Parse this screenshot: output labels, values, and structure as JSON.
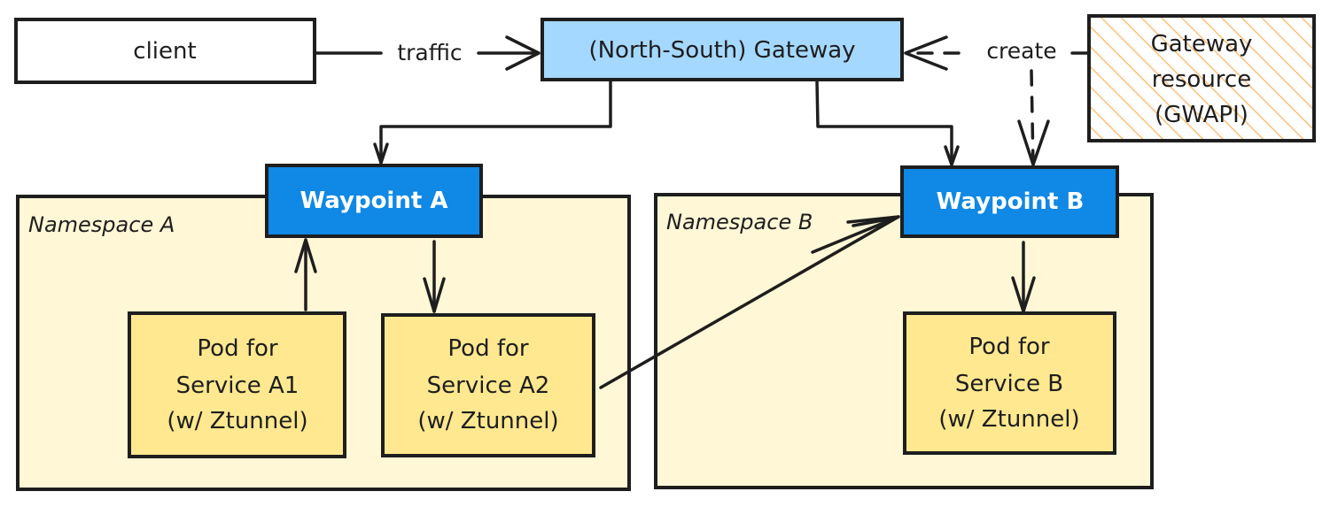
{
  "diagram": {
    "nodes": {
      "client": {
        "label": "client"
      },
      "gateway": {
        "label": "(North-South) Gateway"
      },
      "gwapi": {
        "lines": [
          "Gateway",
          "resource",
          "(GWAPI)"
        ]
      },
      "waypoint_a": {
        "label": "Waypoint A"
      },
      "waypoint_b": {
        "label": "Waypoint B"
      },
      "pod_a1": {
        "lines": [
          "Pod for",
          "Service A1",
          "(w/ Ztunnel)"
        ]
      },
      "pod_a2": {
        "lines": [
          "Pod for",
          "Service A2",
          "(w/ Ztunnel)"
        ]
      },
      "pod_b": {
        "lines": [
          "Pod for",
          "Service B",
          "(w/ Ztunnel)"
        ]
      }
    },
    "groups": {
      "namespace_a": {
        "label": "Namespace A"
      },
      "namespace_b": {
        "label": "Namespace B"
      }
    },
    "edges": [
      {
        "from": "client",
        "to": "gateway",
        "label": "traffic",
        "style": "solid"
      },
      {
        "from": "gwapi",
        "to": "gateway",
        "label": "create",
        "style": "dashed"
      },
      {
        "from": "gwapi",
        "to": "waypoint_b",
        "label": "create",
        "style": "dashed"
      },
      {
        "from": "gateway",
        "to": "waypoint_a",
        "label": "",
        "style": "solid"
      },
      {
        "from": "gateway",
        "to": "waypoint_b",
        "label": "",
        "style": "solid"
      },
      {
        "from": "pod_a1",
        "to": "waypoint_a",
        "label": "",
        "style": "solid"
      },
      {
        "from": "waypoint_a",
        "to": "pod_a2",
        "label": "",
        "style": "solid"
      },
      {
        "from": "pod_a2",
        "to": "waypoint_b",
        "label": "",
        "style": "solid"
      },
      {
        "from": "waypoint_b",
        "to": "pod_b",
        "label": "",
        "style": "solid"
      }
    ],
    "colors": {
      "stroke": "#1e1e1e",
      "gateway_fill": "#a5d8ff",
      "waypoint_fill": "#0f88e6",
      "namespace_fill": "#fff7d6",
      "pod_fill": "#ffe88f",
      "gwapi_hatch": "#ffc078",
      "waypoint_text": "#ffffff"
    }
  }
}
